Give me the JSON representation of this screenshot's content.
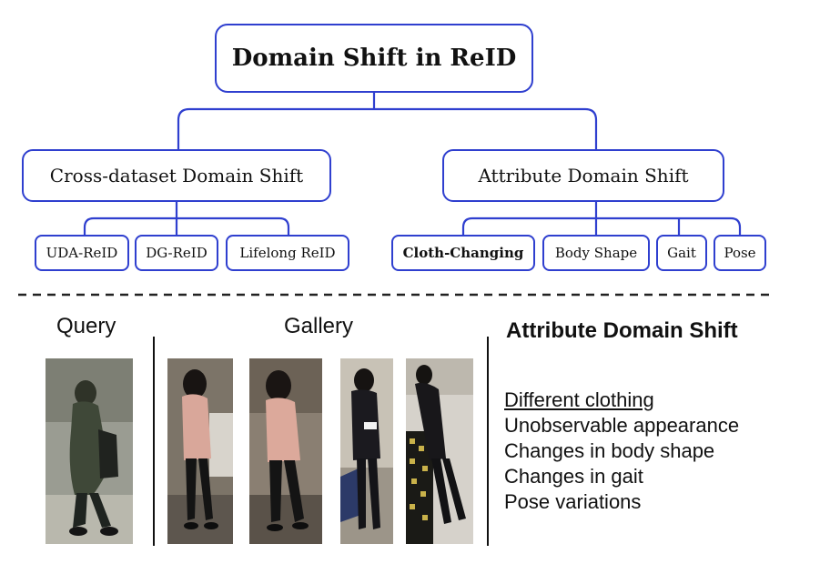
{
  "tree": {
    "root": "Domain Shift in ReID",
    "left": {
      "label": "Cross-dataset Domain Shift",
      "children": [
        "UDA-ReID",
        "DG-ReID",
        "Lifelong ReID"
      ]
    },
    "right": {
      "label": "Attribute Domain Shift",
      "children": [
        "Cloth-Changing",
        "Body Shape",
        "Gait",
        "Pose"
      ]
    }
  },
  "bottom": {
    "query_label": "Query",
    "gallery_label": "Gallery",
    "attr_title": "Attribute Domain Shift",
    "attr_items": [
      "Different clothing",
      "Unobservable appearance",
      "Changes in body shape",
      "Changes in gait",
      "Pose variations"
    ]
  },
  "colors": {
    "line": "#2f3fcf",
    "text": "#111111"
  }
}
